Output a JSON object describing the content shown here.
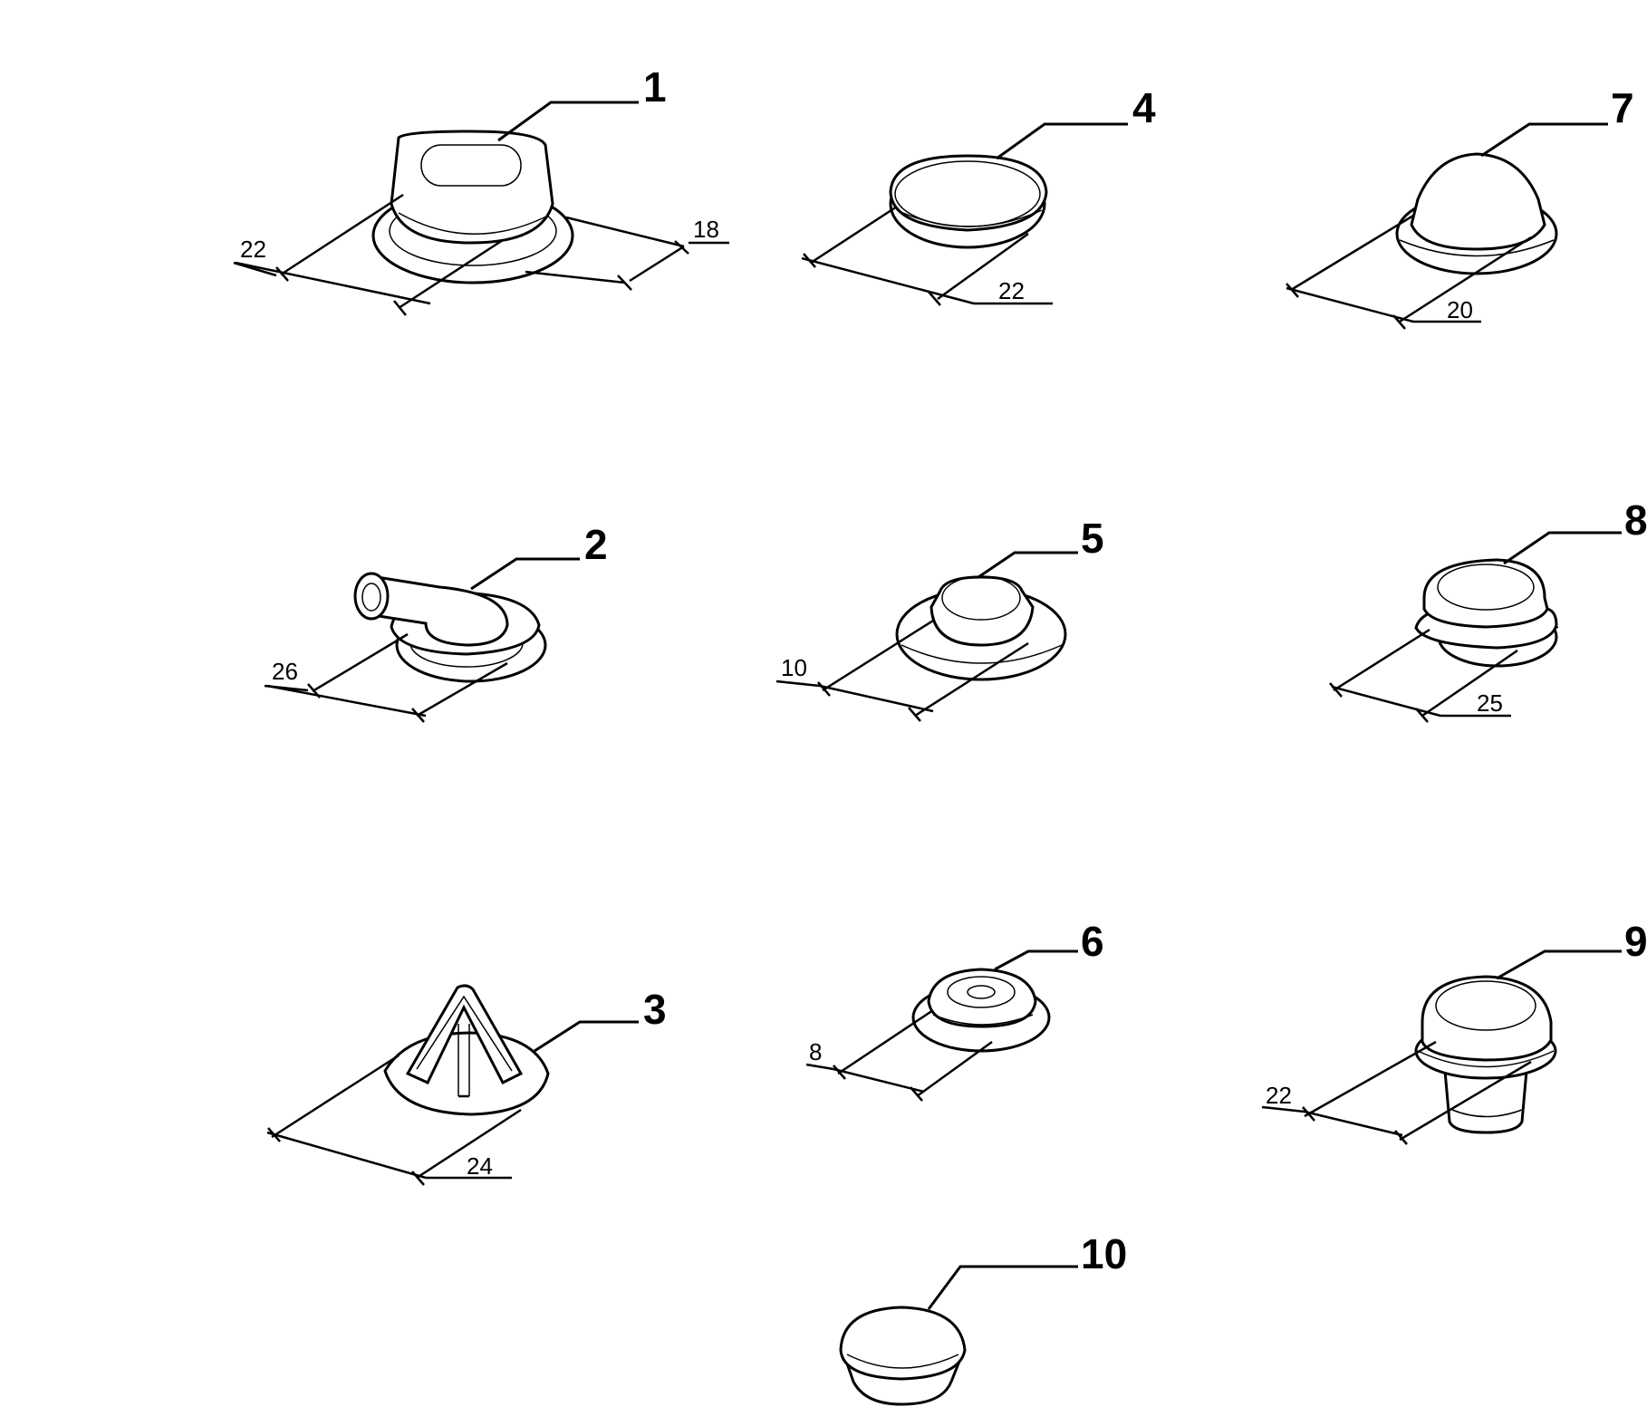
{
  "parts": [
    {
      "id": "1",
      "callout": "1",
      "dims": [
        "22",
        "18"
      ]
    },
    {
      "id": "2",
      "callout": "2",
      "dims": [
        "26"
      ]
    },
    {
      "id": "3",
      "callout": "3",
      "dims": [
        "24"
      ]
    },
    {
      "id": "4",
      "callout": "4",
      "dims": [
        "22"
      ]
    },
    {
      "id": "5",
      "callout": "5",
      "dims": [
        "10"
      ]
    },
    {
      "id": "6",
      "callout": "6",
      "dims": [
        "8"
      ]
    },
    {
      "id": "7",
      "callout": "7",
      "dims": [
        "20"
      ]
    },
    {
      "id": "8",
      "callout": "8",
      "dims": [
        "25"
      ]
    },
    {
      "id": "9",
      "callout": "9",
      "dims": [
        "22"
      ]
    },
    {
      "id": "10",
      "callout": "10",
      "dims": []
    }
  ],
  "colors": {
    "line": "#000000",
    "background": "#ffffff"
  }
}
